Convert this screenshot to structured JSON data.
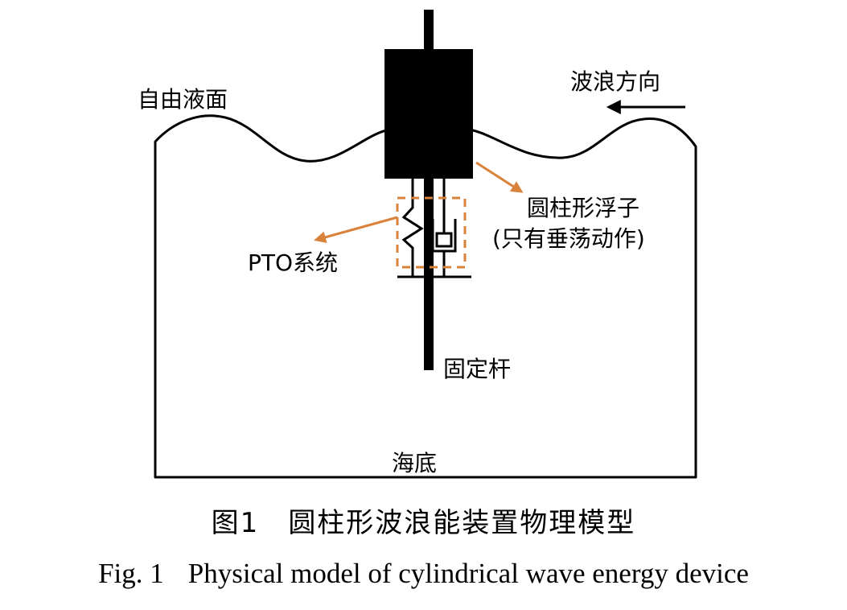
{
  "diagram": {
    "labels": {
      "free_surface": "自由液面",
      "wave_direction": "波浪方向",
      "float_line1": "圆柱形浮子",
      "float_line2": "(只有垂荡动作)",
      "pto_system": "PTO系统",
      "fixed_rod": "固定杆",
      "seabed": "海底"
    },
    "colors": {
      "structure": "#000000",
      "annotation_arrow": "#d9823b",
      "background": "#ffffff"
    }
  },
  "caption": {
    "cn_number": "图1",
    "cn_title": "圆柱形波浪能装置物理模型",
    "en_number": "Fig. 1",
    "en_title": "Physical model of cylindrical wave energy device"
  }
}
